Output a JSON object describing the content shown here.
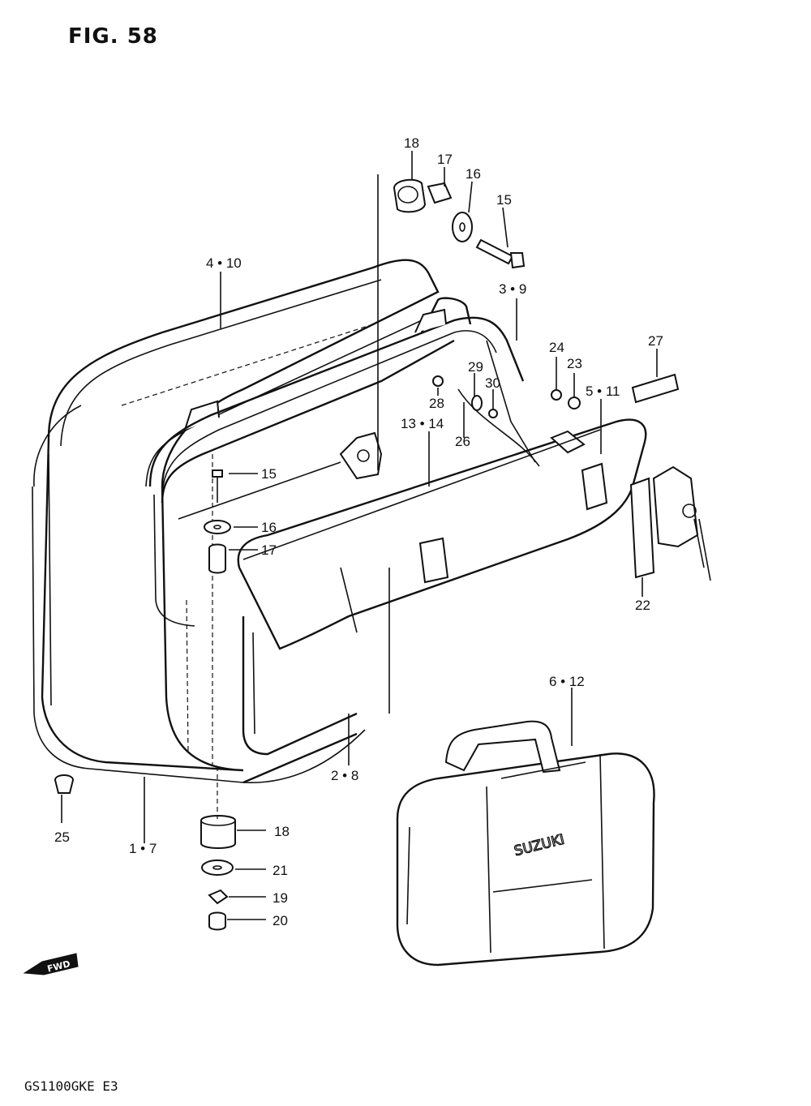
{
  "figure": {
    "title": "FIG. 58",
    "model": "GS1100GKE  E3"
  },
  "direction_marker": "FWD",
  "brand_on_bag": "SUZUKI",
  "callouts": [
    {
      "id": "c18-top",
      "text": "18"
    },
    {
      "id": "c17-top",
      "text": "17"
    },
    {
      "id": "c16-top",
      "text": "16"
    },
    {
      "id": "c15-top",
      "text": "15"
    },
    {
      "id": "c4-10",
      "text": "4 • 10"
    },
    {
      "id": "c3-9",
      "text": "3 • 9"
    },
    {
      "id": "c24",
      "text": "24"
    },
    {
      "id": "c23",
      "text": "23"
    },
    {
      "id": "c27",
      "text": "27"
    },
    {
      "id": "c29",
      "text": "29"
    },
    {
      "id": "c30",
      "text": "30"
    },
    {
      "id": "c28",
      "text": "28"
    },
    {
      "id": "c5-11",
      "text": "5 • 11"
    },
    {
      "id": "c13-14",
      "text": "13 • 14"
    },
    {
      "id": "c26",
      "text": "26"
    },
    {
      "id": "c15-mid",
      "text": "15"
    },
    {
      "id": "c16-mid",
      "text": "16"
    },
    {
      "id": "c17-mid",
      "text": "17"
    },
    {
      "id": "c22",
      "text": "22"
    },
    {
      "id": "c6-12",
      "text": "6 • 12"
    },
    {
      "id": "c2-8",
      "text": "2 • 8"
    },
    {
      "id": "c25",
      "text": "25"
    },
    {
      "id": "c1-7",
      "text": "1 • 7"
    },
    {
      "id": "c18-bot",
      "text": "18"
    },
    {
      "id": "c21",
      "text": "21"
    },
    {
      "id": "c19",
      "text": "19"
    },
    {
      "id": "c20",
      "text": "20"
    }
  ]
}
